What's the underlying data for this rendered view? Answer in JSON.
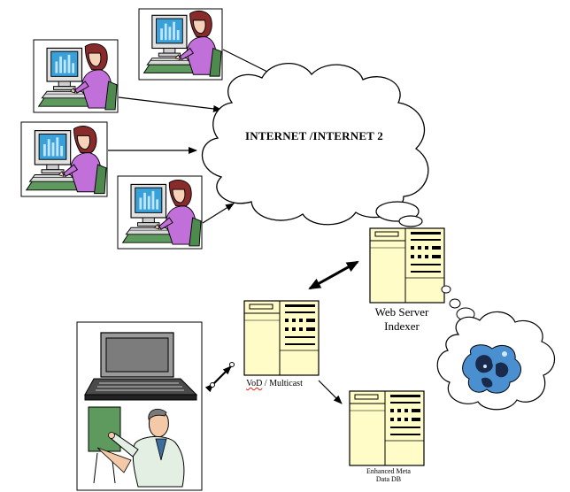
{
  "cloud": {
    "label": "INTERNET /INTERNET 2"
  },
  "web_server": {
    "label_line1": "Web Server",
    "label_line2": "Indexer"
  },
  "vod_server": {
    "label_prefix": "VoD",
    "label_suffix": " / Multicast"
  },
  "meta_db": {
    "label_line1": "Enhanced Meta",
    "label_line2": "Data DB"
  },
  "users": [
    {
      "name": "user-workstation-1"
    },
    {
      "name": "user-workstation-2"
    },
    {
      "name": "user-workstation-3"
    },
    {
      "name": "user-workstation-4"
    }
  ],
  "colors": {
    "server_fill": "#fffcc8",
    "monitor_screen": "#3aa0d8",
    "shirt": "#c070d8",
    "hair": "#8a2b2b",
    "desk": "#5e9a5e",
    "thought_blob": "#4a8fd0"
  }
}
